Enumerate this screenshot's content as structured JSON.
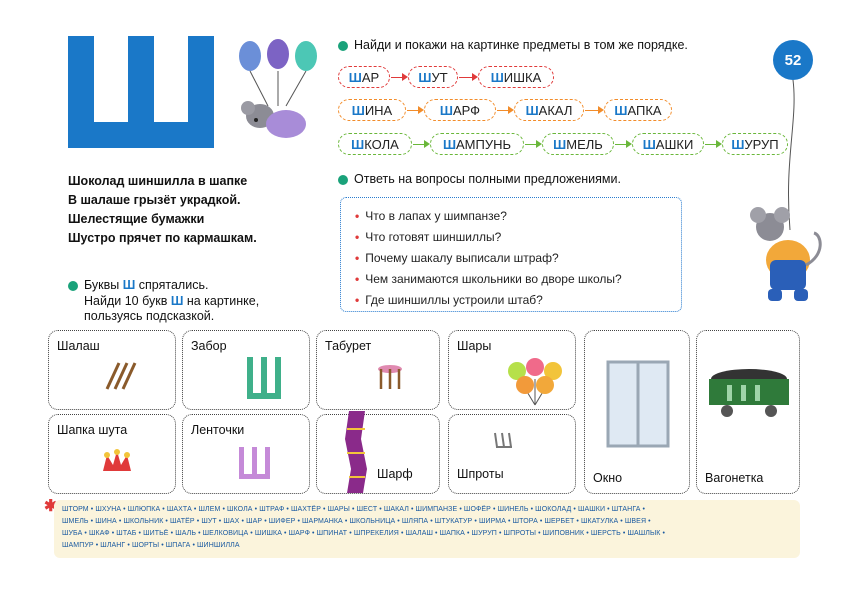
{
  "letter": "Ш",
  "page_number": "52",
  "poem": [
    "Шоколад шиншилла в шапке",
    "В шалаше грызёт украдкой.",
    "Шелестящие бумажки",
    "Шустро прячет по кармашкам."
  ],
  "instruction1": "Найди и покажи на картинке предметы в том же порядке.",
  "instruction2": "Ответь на вопросы полными предложениями.",
  "word_rows": [
    [
      {
        "first": "Ш",
        "rest": "АР"
      },
      {
        "first": "Ш",
        "rest": "УТ"
      },
      {
        "first": "Ш",
        "rest": "ИШКА"
      }
    ],
    [
      {
        "first": "Ш",
        "rest": "ИНА"
      },
      {
        "first": "Ш",
        "rest": "АРФ"
      },
      {
        "first": "Ш",
        "rest": "АКАЛ"
      },
      {
        "first": "Ш",
        "rest": "АПКА"
      }
    ],
    [
      {
        "first": "Ш",
        "rest": "КОЛА"
      },
      {
        "first": "Ш",
        "rest": "АМПУНЬ"
      },
      {
        "first": "Ш",
        "rest": "МЕЛЬ"
      },
      {
        "first": "Ш",
        "rest": "АШКИ"
      },
      {
        "first": "Ш",
        "rest": "УРУП"
      }
    ]
  ],
  "questions": [
    "Что в лапах у шимпанзе?",
    "Что готовят шиншиллы?",
    "Почему шакалу выписали штраф?",
    "Чем занимаются школьники во дворе школы?",
    "Где шиншиллы устроили штаб?"
  ],
  "hidden": {
    "line1_pre": "Буквы ",
    "line1_letter": "Ш",
    "line1_post": " спрятались.",
    "line2_pre": "Найди 10 букв ",
    "line2_letter": "Ш",
    "line2_post": " на картинке,",
    "line3": "пользуясь подсказкой."
  },
  "cards": {
    "shalash": "Шалаш",
    "zabor": "Забор",
    "taburet": "Табурет",
    "shary": "Шары",
    "shapka_shuta": "Шапка шута",
    "lentochki": "Ленточки",
    "sharf": "Шарф",
    "shproty": "Шпроты",
    "okno": "Окно",
    "vagonetka": "Вагонетка"
  },
  "footer_lines": [
    "ШТОРМ • ШХУНА • ШЛЮПКА • ШАХТА • ШЛЕМ • ШКОЛА • ШТРАФ • ШАХТЁР • ШАРЫ • ШЕСТ • ШАКАЛ • ШИМПАНЗЕ • ШОФЁР • ШИНЕЛЬ • ШОКОЛАД • ШАШКИ • ШТАНГА •",
    "ШМЕЛЬ • ШИНА • ШКОЛЬНИК • ШАТЁР • ШУТ • ШАХ • ШАР • ШИФЕР • ШАРМАНКА • ШКОЛЬНИЦА • ШЛЯПА • ШТУКАТУР • ШИРМА • ШТОРА • ШЕРБЕТ • ШКАТУЛКА • ШВЕЯ •",
    "ШУБА • ШКАФ • ШТАБ • ШИТЬЁ • ШАЛЬ • ШЕЛКОВИЦА • ШИШКА • ШАРФ • ШПИНАТ • ШПРЕКЕЛИЯ • ШАЛАШ • ШАПКА • ШУРУП • ШПРОТЫ • ШИПОВНИК • ШЕРСТЬ • ШАШЛЫК •",
    "ШАМПУР • ШЛАНГ • ШОРТЫ • ШПАГА • ШИНШИЛЛА"
  ],
  "colors": {
    "accent": "#1a78c8",
    "red": "#e03a3a",
    "orange": "#f28c2a",
    "green": "#6ab73a",
    "teal": "#1aa27a",
    "footer_bg": "#fbf4dc"
  }
}
